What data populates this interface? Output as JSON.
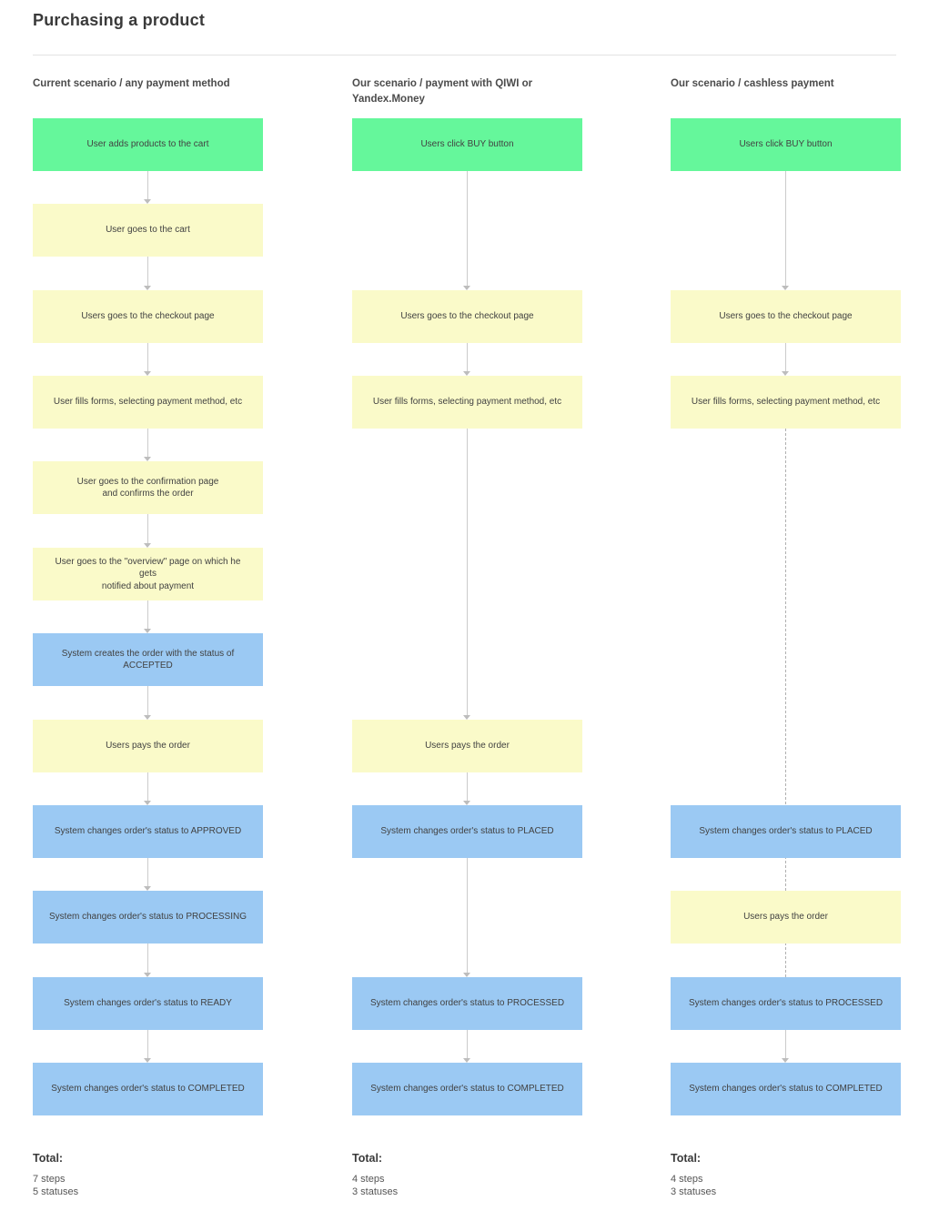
{
  "page_title": "Purchasing a product",
  "colors": {
    "start_step": "#65f79b",
    "user_step": "#fafac9",
    "system_step": "#9bc9f3",
    "connector": "#cbcbcb"
  },
  "columns": [
    {
      "header": "Current scenario / any payment method",
      "boxes": [
        {
          "slot": 0,
          "type": "start",
          "label": "User adds products to the cart"
        },
        {
          "slot": 1,
          "type": "user",
          "label": "User goes to the cart"
        },
        {
          "slot": 2,
          "type": "user",
          "label": "Users goes to the checkout page"
        },
        {
          "slot": 3,
          "type": "user",
          "label": "User fills forms, selecting payment method, etc"
        },
        {
          "slot": 4,
          "type": "user",
          "label": "User goes to the confirmation page\nand confirms the order"
        },
        {
          "slot": 5,
          "type": "user",
          "label": "User goes to the \"overview\" page on which he gets\nnotified about payment"
        },
        {
          "slot": 6,
          "type": "system",
          "label": "System creates the order with the status of ACCEPTED"
        },
        {
          "slot": 7,
          "type": "user",
          "label": "Users pays the order"
        },
        {
          "slot": 8,
          "type": "system",
          "label": "System changes order's status to APPROVED"
        },
        {
          "slot": 9,
          "type": "system",
          "label": "System changes order's status to PROCESSING"
        },
        {
          "slot": 10,
          "type": "system",
          "label": "System changes order's status to READY"
        },
        {
          "slot": 11,
          "type": "system",
          "label": "System changes order's status to COMPLETED"
        }
      ],
      "connectors": [
        {
          "from": 0,
          "to": 1,
          "style": "solid"
        },
        {
          "from": 1,
          "to": 2,
          "style": "solid"
        },
        {
          "from": 2,
          "to": 3,
          "style": "solid"
        },
        {
          "from": 3,
          "to": 4,
          "style": "solid"
        },
        {
          "from": 4,
          "to": 5,
          "style": "solid"
        },
        {
          "from": 5,
          "to": 6,
          "style": "solid"
        },
        {
          "from": 6,
          "to": 7,
          "style": "solid"
        },
        {
          "from": 7,
          "to": 8,
          "style": "solid"
        },
        {
          "from": 8,
          "to": 9,
          "style": "solid"
        },
        {
          "from": 9,
          "to": 10,
          "style": "solid"
        },
        {
          "from": 10,
          "to": 11,
          "style": "solid"
        }
      ],
      "total": {
        "label": "Total:",
        "steps": "7 steps",
        "statuses": "5 statuses"
      }
    },
    {
      "header": "Our scenario / payment with QIWI or\nYandex.Money",
      "boxes": [
        {
          "slot": 0,
          "type": "start",
          "label": "Users click BUY button"
        },
        {
          "slot": 2,
          "type": "user",
          "label": "Users goes to the checkout page"
        },
        {
          "slot": 3,
          "type": "user",
          "label": "User fills forms, selecting payment method, etc"
        },
        {
          "slot": 7,
          "type": "user",
          "label": "Users pays the order"
        },
        {
          "slot": 8,
          "type": "system",
          "label": "System changes order's status to PLACED"
        },
        {
          "slot": 10,
          "type": "system",
          "label": "System changes order's status to PROCESSED"
        },
        {
          "slot": 11,
          "type": "system",
          "label": "System changes order's status to COMPLETED"
        }
      ],
      "connectors": [
        {
          "from": 0,
          "to": 2,
          "style": "solid"
        },
        {
          "from": 2,
          "to": 3,
          "style": "solid"
        },
        {
          "from": 3,
          "to": 7,
          "style": "solid"
        },
        {
          "from": 7,
          "to": 8,
          "style": "solid"
        },
        {
          "from": 8,
          "to": 10,
          "style": "solid"
        },
        {
          "from": 10,
          "to": 11,
          "style": "solid"
        }
      ],
      "total": {
        "label": "Total:",
        "steps": "4 steps",
        "statuses": "3 statuses"
      }
    },
    {
      "header": "Our scenario / cashless payment",
      "boxes": [
        {
          "slot": 0,
          "type": "start",
          "label": "Users click BUY button"
        },
        {
          "slot": 2,
          "type": "user",
          "label": "Users goes to the checkout page"
        },
        {
          "slot": 3,
          "type": "user",
          "label": "User fills forms, selecting payment method, etc"
        },
        {
          "slot": 8,
          "type": "system",
          "label": "System changes order's status to PLACED"
        },
        {
          "slot": 9,
          "type": "user",
          "label": "Users pays the order"
        },
        {
          "slot": 10,
          "type": "system",
          "label": "System changes order's status to PROCESSED"
        },
        {
          "slot": 11,
          "type": "system",
          "label": "System changes order's status to COMPLETED"
        }
      ],
      "connectors": [
        {
          "from": 0,
          "to": 2,
          "style": "solid"
        },
        {
          "from": 2,
          "to": 3,
          "style": "solid"
        },
        {
          "from": 3,
          "to": 10,
          "style": "dashed"
        },
        {
          "from": 10,
          "to": 11,
          "style": "solid"
        }
      ],
      "total": {
        "label": "Total:",
        "steps": "4 steps",
        "statuses": "3 statuses"
      }
    }
  ]
}
